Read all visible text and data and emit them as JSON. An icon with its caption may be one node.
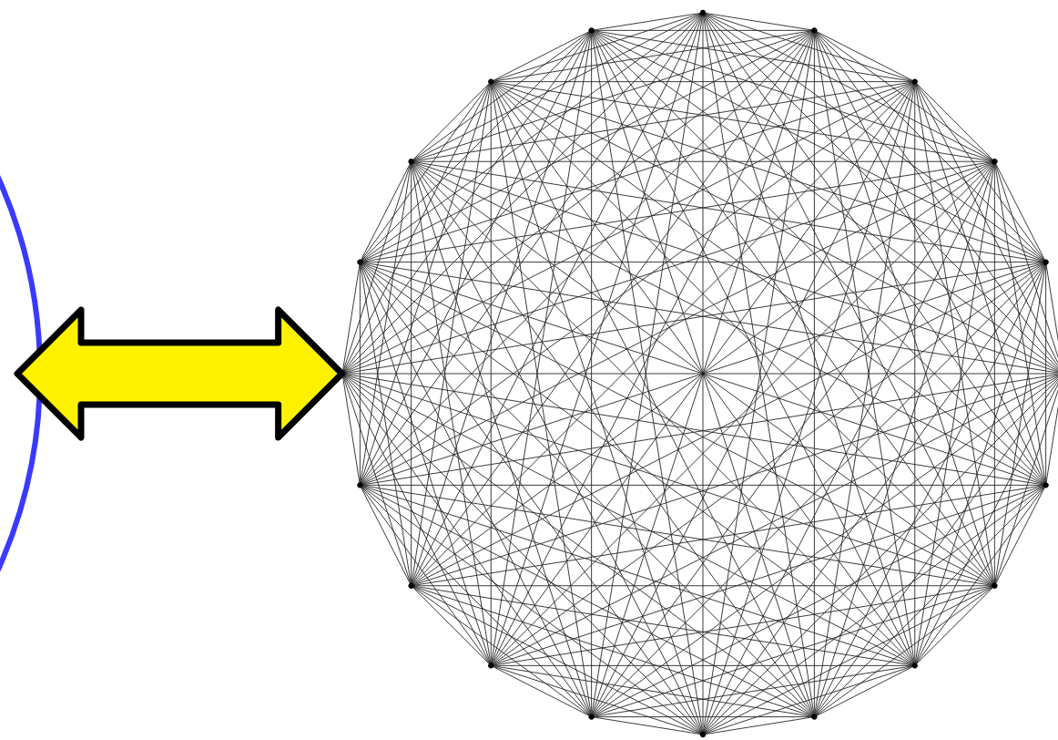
{
  "diagram": {
    "nodes": [
      {
        "text": [],
        "shape": "circle"
      },
      {
        "text": [],
        "shape": "picture"
      }
    ],
    "edges": [
      {
        "from": 0,
        "to": 1,
        "arrow": "both"
      }
    ]
  }
}
